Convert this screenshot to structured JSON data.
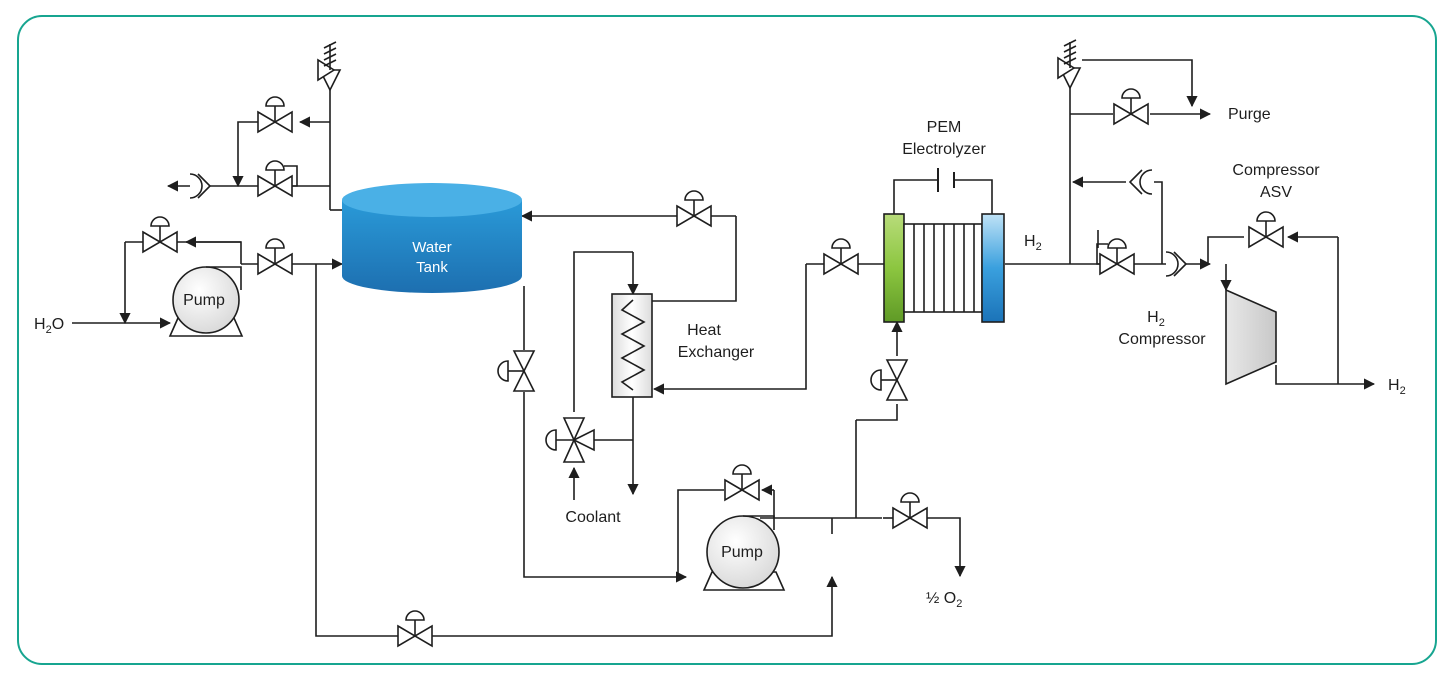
{
  "labels": {
    "water_tank": [
      "Water",
      "Tank"
    ],
    "feed_pump": "Pump",
    "circ_pump": "Pump",
    "feed_water": "H",
    "feed_water_sub": "2",
    "feed_water_tail": "O",
    "heat_exchanger": [
      "Heat",
      "Exchanger"
    ],
    "coolant": "Coolant",
    "electrolyzer": [
      "PEM",
      "Electrolyzer"
    ],
    "h2_mid": "H",
    "h2_mid_sub": "2",
    "oxygen": "½ O",
    "oxygen_sub": "2",
    "purge": "Purge",
    "compressor_asv": [
      "Compressor",
      "ASV"
    ],
    "h2_compressor_h": "H",
    "h2_compressor_sub": "2",
    "h2_compressor_name": "Compressor",
    "h2_out": "H",
    "h2_out_sub": "2"
  },
  "colors": {
    "frame": "#17a590",
    "water_tank": "#1f8fd0",
    "electrolyzer_anode": "#8cc640",
    "electrolyzer_cathode": "#3aa0de",
    "line": "#1e1e1e"
  }
}
